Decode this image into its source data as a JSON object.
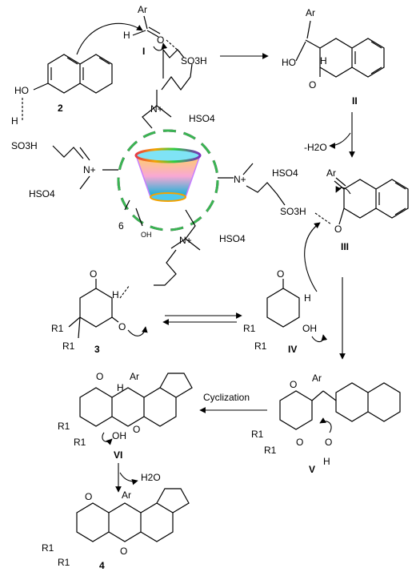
{
  "labels": {
    "ar": "Ar",
    "o": "O",
    "h": "H",
    "oh": "OH",
    "ho": "HO",
    "so3h": "SO3H",
    "hso4": "HSO4",
    "n_plus": "N+",
    "h2o": "H2O",
    "minus_h2o": "-H2O",
    "r1": "R1",
    "six": "6",
    "cyclization": "Cyclization"
  },
  "compounds": {
    "c2": "2",
    "c3": "3",
    "c4": "4",
    "i": "I",
    "ii": "II",
    "iii": "III",
    "iv": "IV",
    "v": "V",
    "vi": "VI"
  },
  "colors": {
    "ring_segments": [
      "#e63946",
      "#f4a300",
      "#2ecc40",
      "#0074d9",
      "#7b2fbe",
      "#e0218a"
    ],
    "cone_top": "#d65db1",
    "cone_body_top": "#ffd166",
    "cone_body_bottom": "#00b4d8",
    "cone_bottom": "#4cc9f0"
  }
}
